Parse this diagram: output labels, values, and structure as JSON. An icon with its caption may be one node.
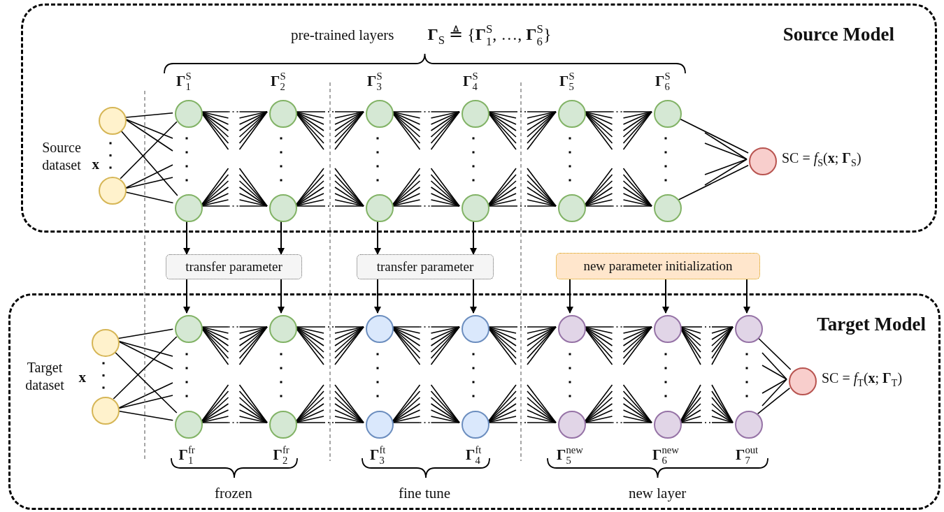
{
  "diagram": {
    "nodes": [
      {
        "text": [
          "Source Model"
        ]
      },
      {
        "text": [],
        "shape": "circle",
        "in": 0
      },
      {
        "text": [],
        "shape": "circle",
        "in": 0
      },
      {
        "text": [],
        "shape": "circle",
        "in": 0,
        "beside": [
          "**Γ**$_{1}$$^{S}$"
        ]
      },
      {
        "text": [],
        "shape": "circle",
        "in": 0
      },
      {
        "text": [],
        "shape": "circle",
        "in": 0,
        "beside": [
          "**Γ**$_{2}$$^{S}$"
        ]
      },
      {
        "text": [],
        "shape": "circle",
        "in": 0
      },
      {
        "text": [],
        "shape": "circle",
        "in": 0,
        "beside": [
          "**Γ**$_{3}$$^{S}$"
        ]
      },
      {
        "text": [],
        "shape": "circle",
        "in": 0
      },
      {
        "text": [],
        "shape": "circle",
        "in": 0,
        "beside": [
          "**Γ**$_{4}$$^{S}$"
        ]
      },
      {
        "text": [],
        "shape": "circle",
        "in": 0
      },
      {
        "text": [],
        "shape": "circle",
        "in": 0,
        "beside": [
          "**Γ**$_{5}$$^{S}$"
        ]
      },
      {
        "text": [],
        "shape": "circle",
        "in": 0
      },
      {
        "text": [],
        "shape": "circle",
        "in": 0,
        "beside": [
          "**Γ**$_{6}$$^{S}$"
        ]
      },
      {
        "text": [],
        "shape": "circle",
        "in": 0
      },
      {
        "text": [],
        "shape": "circle",
        "in": 0,
        "beside": [
          "SC = *f*$_{S}$(**x**; **Γ**$_{S}$)"
        ]
      },
      {
        "text": [
          "transfer parameter"
        ]
      },
      {
        "text": [
          "transfer parameter"
        ]
      },
      {
        "text": [
          "new parameter initialization"
        ]
      },
      {
        "text": [
          "Target Model"
        ]
      },
      {
        "text": [],
        "shape": "circle",
        "in": 19
      },
      {
        "text": [],
        "shape": "circle",
        "in": 19
      },
      {
        "text": [],
        "shape": "circle",
        "in": 19
      },
      {
        "text": [],
        "shape": "circle",
        "in": 19,
        "beside": [
          "**Γ**$_{1}$$^{fr}$"
        ]
      },
      {
        "text": [],
        "shape": "circle",
        "in": 19
      },
      {
        "text": [],
        "shape": "circle",
        "in": 19,
        "beside": [
          "**Γ**$_{2}$$^{fr}$"
        ]
      },
      {
        "text": [],
        "shape": "circle",
        "in": 19
      },
      {
        "text": [],
        "shape": "circle",
        "in": 19,
        "beside": [
          "**Γ**$_{3}$$^{ft}$"
        ]
      },
      {
        "text": [],
        "shape": "circle",
        "in": 19
      },
      {
        "text": [],
        "shape": "circle",
        "in": 19,
        "beside": [
          "**Γ**$_{4}$$^{ft}$"
        ]
      },
      {
        "text": [],
        "shape": "circle",
        "in": 19
      },
      {
        "text": [],
        "shape": "circle",
        "in": 19,
        "beside": [
          "**Γ**$_{5}$$^{new}$"
        ]
      },
      {
        "text": [],
        "shape": "circle",
        "in": 19
      },
      {
        "text": [],
        "shape": "circle",
        "in": 19,
        "beside": [
          "**Γ**$_{6}$$^{new}$"
        ]
      },
      {
        "text": [],
        "shape": "circle",
        "in": 19
      },
      {
        "text": [],
        "shape": "circle",
        "in": 19,
        "beside": [
          "**Γ**$_{7}$$^{out}$"
        ]
      },
      {
        "text": [],
        "shape": "circle",
        "in": 19,
        "beside": [
          "SC = *f*$_{T}$(**x**; **Γ**$_{T}$)"
        ]
      }
    ],
    "edges": [
      {
        "from": 1,
        "to": 3,
        "arrow": "none"
      },
      {
        "from": 1,
        "to": 4,
        "arrow": "none"
      },
      {
        "from": 2,
        "to": 3,
        "arrow": "none"
      },
      {
        "from": 2,
        "to": 4,
        "arrow": "none"
      },
      {
        "from": 13,
        "to": 15,
        "arrow": "none"
      },
      {
        "from": 14,
        "to": 15,
        "arrow": "none"
      },
      {
        "from": 4,
        "to": 16,
        "arrow": "to"
      },
      {
        "from": 6,
        "to": 16,
        "arrow": "to"
      },
      {
        "from": 8,
        "to": 17,
        "arrow": "to"
      },
      {
        "from": 10,
        "to": 17,
        "arrow": "to"
      },
      {
        "from": 16,
        "to": 22,
        "arrow": "to"
      },
      {
        "from": 16,
        "to": 24,
        "arrow": "to"
      },
      {
        "from": 17,
        "to": 26,
        "arrow": "to"
      },
      {
        "from": 17,
        "to": 28,
        "arrow": "to"
      },
      {
        "from": 18,
        "to": 30,
        "arrow": "to"
      },
      {
        "from": 18,
        "to": 32,
        "arrow": "to"
      },
      {
        "from": 18,
        "to": 34,
        "arrow": "to"
      },
      {
        "from": 20,
        "to": 22,
        "arrow": "none"
      },
      {
        "from": 20,
        "to": 23,
        "arrow": "none"
      },
      {
        "from": 21,
        "to": 22,
        "arrow": "none"
      },
      {
        "from": 21,
        "to": 23,
        "arrow": "none"
      },
      {
        "from": 34,
        "to": 36,
        "arrow": "none"
      },
      {
        "from": 35,
        "to": 36,
        "arrow": "none"
      }
    ],
    "labels": [
      "pre-trained layers",
      "**Γ**$_{S}$ ≜ {**Γ**$_{1}$$^{S}$, …, **Γ**$_{6}$$^{S}$}",
      "Source dataset",
      "x",
      "Target dataset",
      "x",
      "frozen",
      "fine tune",
      "new layer"
    ]
  }
}
